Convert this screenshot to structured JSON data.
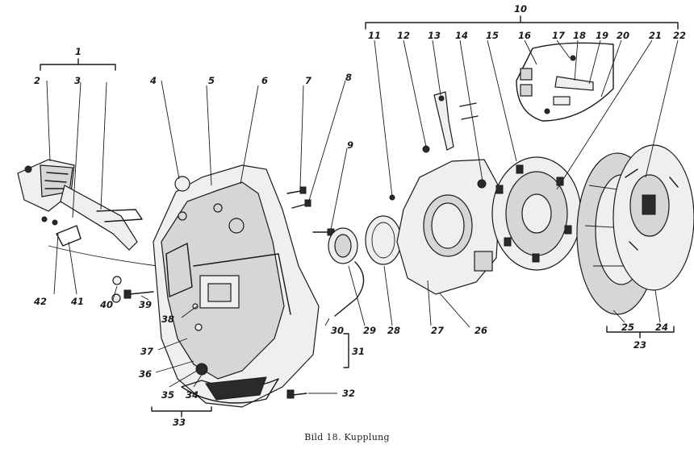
{
  "caption": "Bild 18. Kupplung",
  "part_numbers": [
    "1",
    "2",
    "3",
    "4",
    "5",
    "6",
    "7",
    "8",
    "9",
    "10",
    "11",
    "12",
    "13",
    "14",
    "15",
    "16",
    "17",
    "18",
    "19",
    "20",
    "21",
    "22",
    "23",
    "24",
    "25",
    "26",
    "27",
    "28",
    "29",
    "30",
    "31",
    "32",
    "33",
    "34",
    "35",
    "36",
    "37",
    "38",
    "39",
    "40",
    "41",
    "42"
  ]
}
